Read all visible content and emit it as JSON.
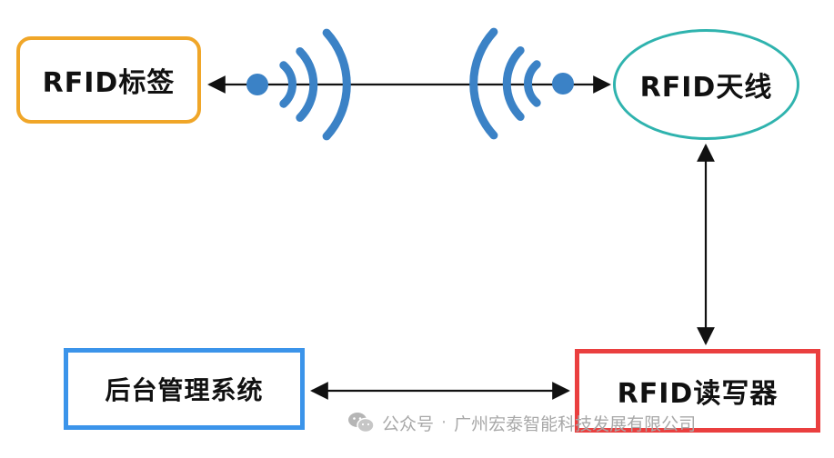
{
  "nodes": {
    "rfid_tag": "RFID标签",
    "rfid_antenna": "RFID天线",
    "backend_system": "后台管理系统",
    "rfid_reader": "RFID读写器"
  },
  "watermark": {
    "icon": "wechat-icon",
    "prefix": "公众号",
    "separator": "·",
    "account": "广州宏泰智能科技发展有限公司"
  },
  "colors": {
    "tag_border": "#f0a628",
    "antenna_border": "#2fb3ae",
    "backend_border": "#3b94ea",
    "reader_border": "#ea3f3f",
    "signal_waves": "#3b82c6",
    "connector": "#111111"
  }
}
